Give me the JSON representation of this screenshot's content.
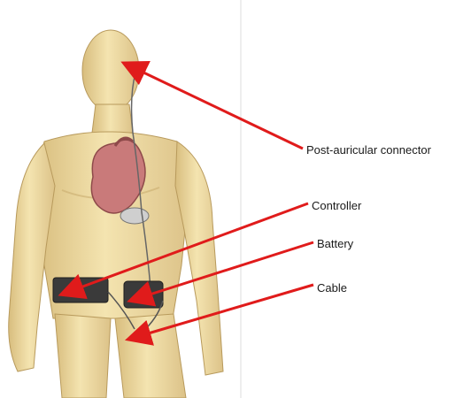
{
  "labels": {
    "post_auricular_connector": "Post-auricular connector",
    "controller": "Controller",
    "battery": "Battery",
    "cable": "Cable"
  },
  "colors": {
    "arrow": "#e01b1b",
    "skin": "#f2e0a8",
    "skin_shadow": "#d9bf80",
    "heart": "#c97a7a",
    "device": "#3a3a3a"
  }
}
